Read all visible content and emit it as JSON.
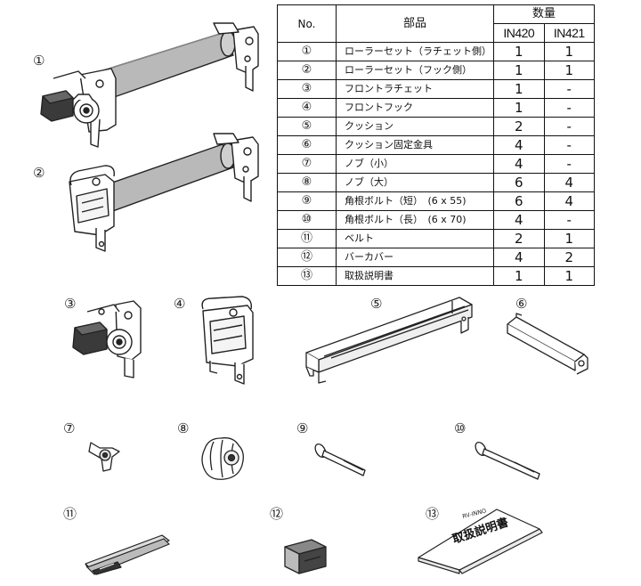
{
  "table": {
    "header_no": "No.",
    "header_name": "部品",
    "header_qty": "数量",
    "models": [
      "IN420",
      "IN421"
    ],
    "rows": [
      {
        "no": "①",
        "name": "ローラーセット（ラチェット側）",
        "q1": "1",
        "q2": "1"
      },
      {
        "no": "②",
        "name": "ローラーセット（フック側）",
        "q1": "1",
        "q2": "1"
      },
      {
        "no": "③",
        "name": "フロントラチェット",
        "q1": "1",
        "q2": "-"
      },
      {
        "no": "④",
        "name": "フロントフック",
        "q1": "1",
        "q2": "-"
      },
      {
        "no": "⑤",
        "name": "クッション",
        "q1": "2",
        "q2": "-"
      },
      {
        "no": "⑥",
        "name": "クッション固定金具",
        "q1": "4",
        "q2": "-"
      },
      {
        "no": "⑦",
        "name": "ノブ（小）",
        "q1": "4",
        "q2": "-"
      },
      {
        "no": "⑧",
        "name": "ノブ（大）",
        "q1": "6",
        "q2": "4"
      },
      {
        "no": "⑨",
        "name": "角根ボルト（短）　(6 x 55)",
        "q1": "6",
        "q2": "4"
      },
      {
        "no": "⑩",
        "name": "角根ボルト（長）　(6 x 70)",
        "q1": "4",
        "q2": "-"
      },
      {
        "no": "⑪",
        "name": "ベルト",
        "q1": "2",
        "q2": "1"
      },
      {
        "no": "⑫",
        "name": "バーカバー",
        "q1": "4",
        "q2": "2"
      },
      {
        "no": "⑬",
        "name": "取扱説明書",
        "q1": "1",
        "q2": "1"
      }
    ]
  },
  "figure_labels": {
    "p1": "①",
    "p2": "②",
    "p3": "③",
    "p4": "④",
    "p5": "⑤",
    "p6": "⑥",
    "p7": "⑦",
    "p8": "⑧",
    "p9": "⑨",
    "p10": "⑩",
    "p11": "⑪",
    "p12": "⑫",
    "p13": "⑬"
  },
  "manual": {
    "brand": "RV-INNO",
    "title": "取扱説明書"
  }
}
